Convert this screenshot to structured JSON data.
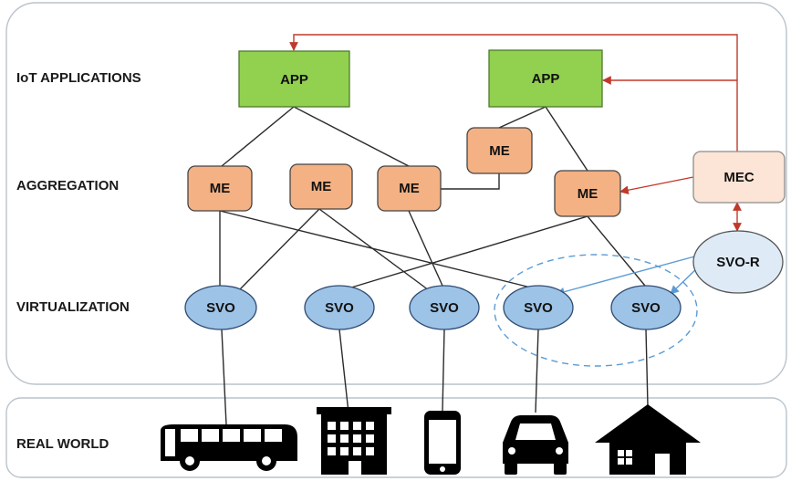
{
  "layers": {
    "iot_applications": "IoT APPLICATIONS",
    "aggregation": "AGGREGATION",
    "virtualization": "VIRTUALIZATION",
    "real_world": "REAL WORLD"
  },
  "nodes": {
    "app_1": "APP",
    "app_2": "APP",
    "me_1": "ME",
    "me_2": "ME",
    "me_3": "ME",
    "me_4": "ME",
    "me_5": "ME",
    "mec": "MEC",
    "svo_1": "SVO",
    "svo_2": "SVO",
    "svo_3": "SVO",
    "svo_4": "SVO",
    "svo_5": "SVO",
    "svo_r": "SVO-R"
  },
  "real_world_objects": [
    "bus-icon",
    "building-icon",
    "smartphone-icon",
    "car-icon",
    "house-icon"
  ],
  "colors": {
    "app_fill": "#92d050",
    "me_fill": "#f4b183",
    "mec_fill": "#fce4d6",
    "svo_fill": "#9dc3e6",
    "svo_r_fill": "#deebf7",
    "control_link": "#c0392b",
    "virtual_link": "#5b9bd5"
  }
}
